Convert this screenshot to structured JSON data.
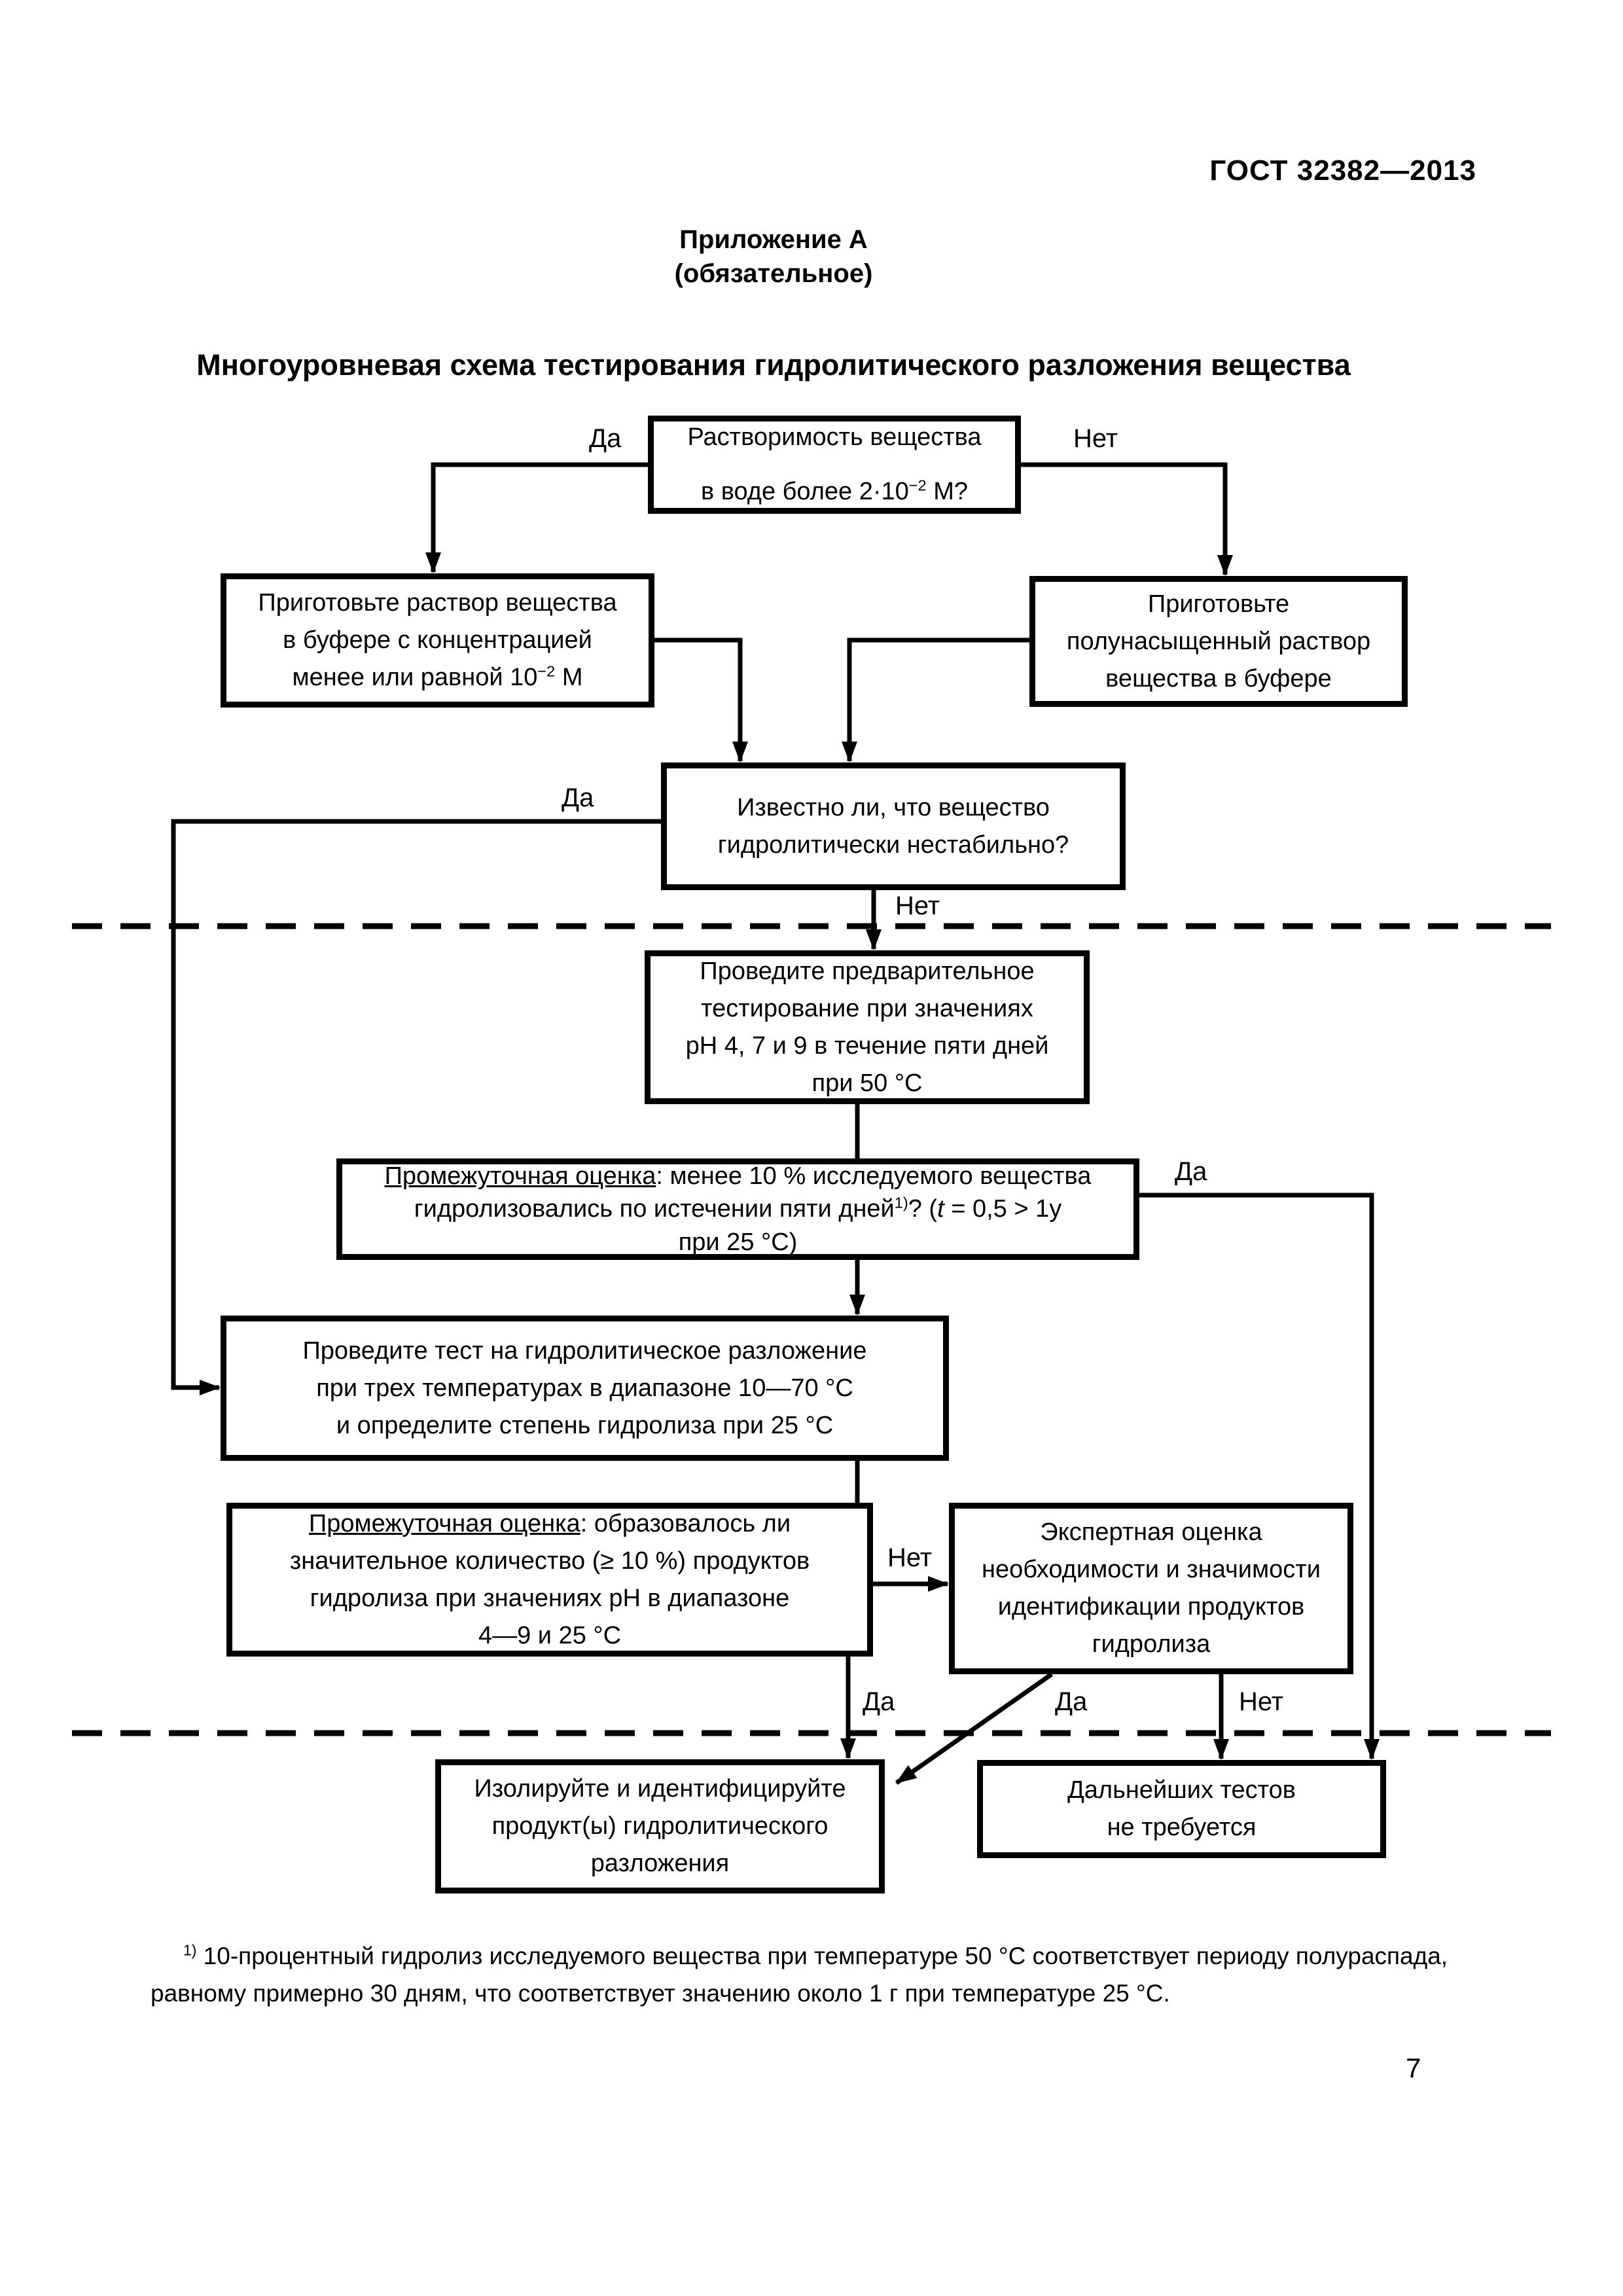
{
  "page": {
    "header": "ГОСТ 32382—2013",
    "appendix_title": "Приложение А",
    "appendix_subtitle": "(обязательное)",
    "diagram_title": "Многоуровневая схема тестирования гидролитического разложения вещества",
    "page_number": "7"
  },
  "labels": {
    "yes": "Да",
    "no": "Нет"
  },
  "nodes": {
    "solubility": {
      "line1": "Растворимость вещества",
      "line2_pre": "в воде более 2·10",
      "line2_sup": "−2",
      "line2_post": " М?"
    },
    "prepare_buffer": {
      "line1": "Приготовьте раствор вещества",
      "line2": "в буфере с концентрацией",
      "line3_pre": "менее или равной 10",
      "line3_sup": "−2",
      "line3_post": " М"
    },
    "prepare_half": {
      "line1": "Приготовьте",
      "line2": "полунасыщенный раствор",
      "line3": "вещества в буфере"
    },
    "known_unstable": {
      "line1": "Известно ли, что вещество",
      "line2": "гидролитически нестабильно?"
    },
    "pretest": {
      "line1": "Проведите предварительное",
      "line2": "тестирование при значениях",
      "line3": "pH 4, 7 и 9 в течение пяти дней",
      "line4": "при 50 °С"
    },
    "interim1": {
      "underlined": "Промежуточная оценка",
      "line1_rest": ": менее 10 % исследуемого вещества",
      "line2_pre": "гидролизовались по истечении пяти дней",
      "line2_sup": "1)",
      "line2_mid": "? (",
      "line2_t": "t",
      "line2_post": " = 0,5 > 1у",
      "line3": "при 25 °С)"
    },
    "hydrolysis_test": {
      "line1": "Проведите тест на гидролитическое разложение",
      "line2": "при трех температурах в диапазоне 10—70 °С",
      "line3": "и определите степень гидролиза при 25 °С"
    },
    "interim2": {
      "underlined": "Промежуточная оценка",
      "line1_rest": ": образовалось ли",
      "line2": "значительное количество (≥ 10 %) продуктов",
      "line3": "гидролиза при значениях pH в диапазоне",
      "line4": "4—9 и 25 °С"
    },
    "expert": {
      "line1": "Экспертная оценка",
      "line2": "необходимости и значимости",
      "line3": "идентификации продуктов",
      "line4": "гидролиза"
    },
    "isolate": {
      "line1": "Изолируйте и идентифицируйте",
      "line2": "продукт(ы) гидролитического",
      "line3": "разложения"
    },
    "no_tests": {
      "line1": "Дальнейших тестов",
      "line2": "не требуется"
    }
  },
  "footnote": {
    "sup": "1)",
    "text": " 10-процентный гидролиз исследуемого вещества при температуре 50 °С соответствует периоду полураспада, равному примерно 30 дням, что соответствует значению около 1 г при температуре 25 °С."
  }
}
